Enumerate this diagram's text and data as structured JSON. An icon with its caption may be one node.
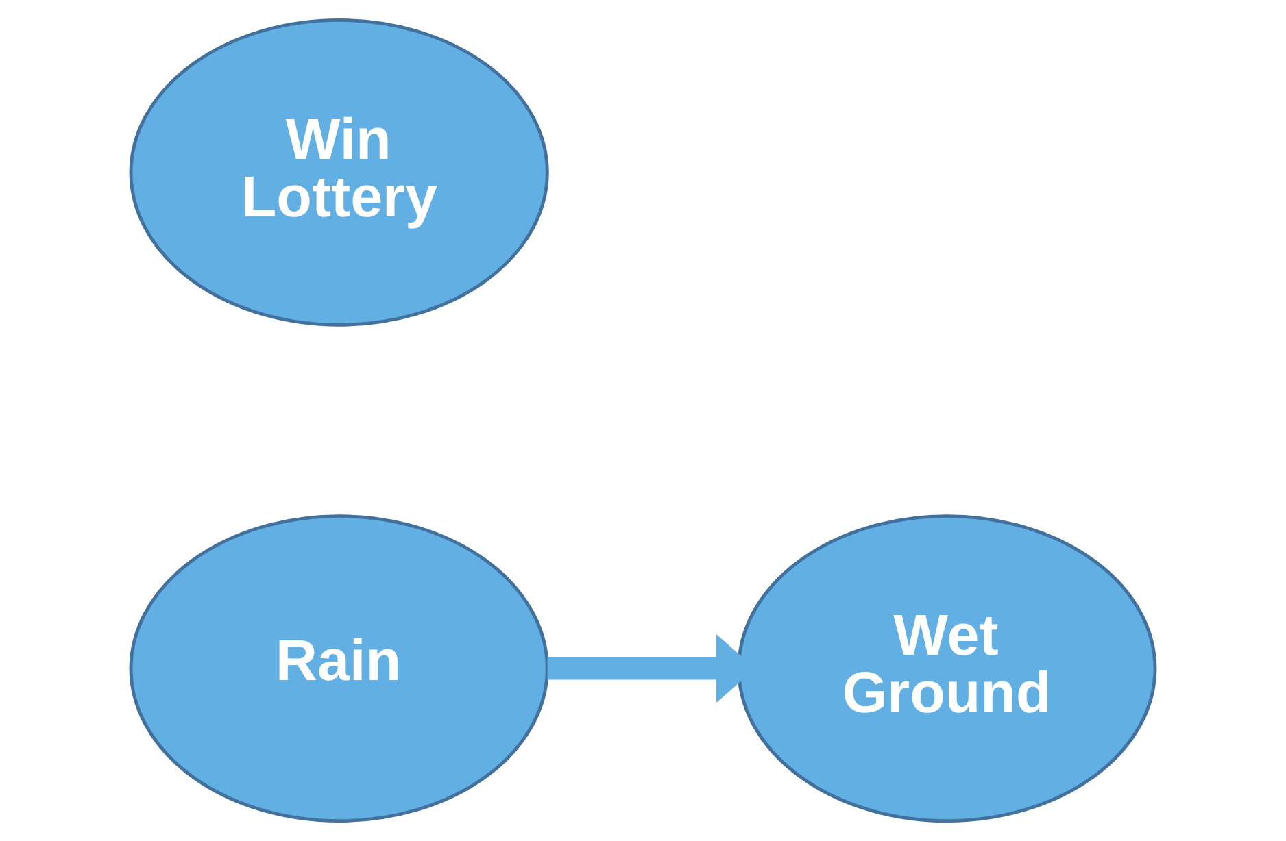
{
  "diagram": {
    "nodes": [
      {
        "text": [
          "Win Lottery"
        ]
      },
      {
        "text": [
          "Rain"
        ]
      },
      {
        "text": [
          "Wet Ground"
        ]
      }
    ],
    "edges": [
      {
        "from": 1,
        "to": 2,
        "arrow": "to"
      }
    ]
  }
}
